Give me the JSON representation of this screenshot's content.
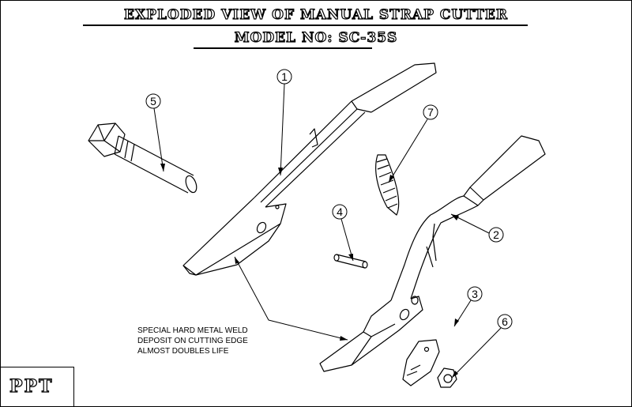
{
  "title": "EXPLODED VIEW OF MANUAL STRAP CUTTER",
  "model": "MODEL NO: SC-35S",
  "note_lines": [
    "SPECIAL HARD METAL WELD",
    "DEPOSIT ON CUTTING EDGE",
    "ALMOST DOUBLES LIFE"
  ],
  "logo": "PPT",
  "callouts": [
    "1",
    "2",
    "3",
    "4",
    "5",
    "6",
    "7"
  ]
}
